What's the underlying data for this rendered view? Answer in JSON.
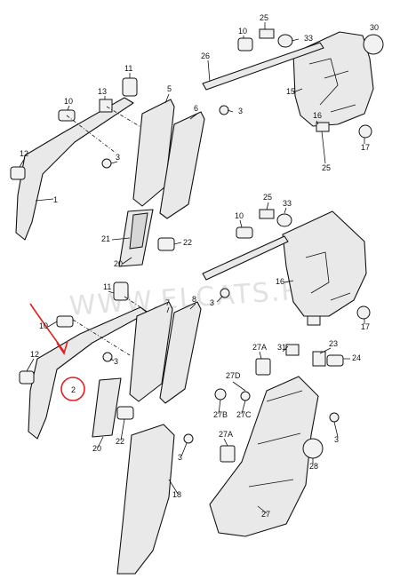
{
  "watermark": "WWW.ELCATS.RU",
  "colors": {
    "ink": "#111111",
    "highlight": "#e02020",
    "watermark": "#c9c9c9"
  },
  "labels": {
    "l25a": "25",
    "l33a": "33",
    "l30": "30",
    "l10a": "10",
    "l26": "26",
    "l15": "15",
    "l11a": "11",
    "l13": "13",
    "l5": "5",
    "l10b": "10",
    "l6": "6",
    "l3a": "3",
    "l16": "16",
    "l25b": "25",
    "l17a": "17",
    "l12a": "12",
    "l3b": "3",
    "l1": "1",
    "l21": "21",
    "l22a": "22",
    "l20a": "20",
    "l25c": "25",
    "l33b": "33",
    "l10c": "10",
    "l11b": "11",
    "l7": "7",
    "l8": "8",
    "l17b": "17",
    "l10d": "10",
    "l3c": "3",
    "l27a1": "27A",
    "l31": "31",
    "l23": "23",
    "l24": "24",
    "l12b": "12",
    "l2": "2",
    "l27d": "27D",
    "l3d": "3",
    "l27b": "27B",
    "l27c": "27C",
    "l22b": "22",
    "l20b": "20",
    "l27a2": "27A",
    "l3e": "3",
    "l28": "28",
    "l18": "18",
    "l27": "27",
    "l3f": "3"
  }
}
